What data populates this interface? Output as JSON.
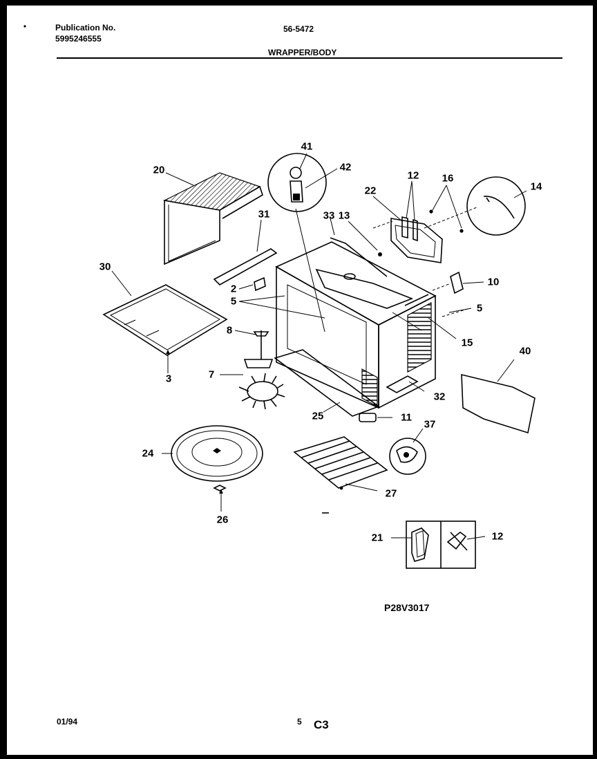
{
  "header": {
    "publication_label": "Publication No.",
    "publication_number": "5995246555",
    "model_number": "56-5472",
    "section_title": "WRAPPER/BODY"
  },
  "callouts": [
    "2",
    "3",
    "5",
    "5",
    "7",
    "8",
    "10",
    "11",
    "12",
    "12",
    "13",
    "14",
    "15",
    "16",
    "20",
    "21",
    "22",
    "24",
    "25",
    "26",
    "27",
    "30",
    "31",
    "32",
    "33",
    "37",
    "40",
    "41",
    "42"
  ],
  "figure_code": "P28V3017",
  "footer": {
    "date": "01/94",
    "page_number": "5",
    "page_code": "C3"
  }
}
